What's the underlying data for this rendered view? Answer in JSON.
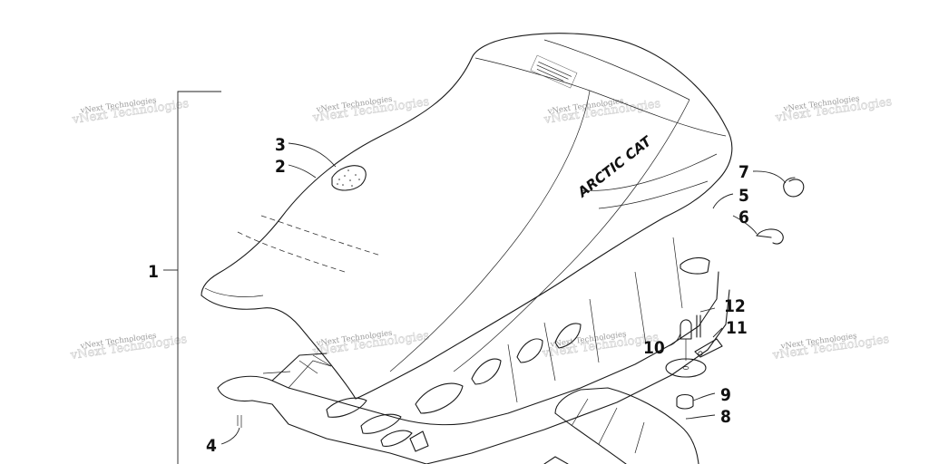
{
  "diagram": {
    "brand_text": "ARCTIC CAT",
    "callouts": [
      "1",
      "2",
      "3",
      "4",
      "5",
      "6",
      "7",
      "8",
      "9",
      "10",
      "11",
      "12"
    ],
    "watermark": "vNext Technologies"
  }
}
